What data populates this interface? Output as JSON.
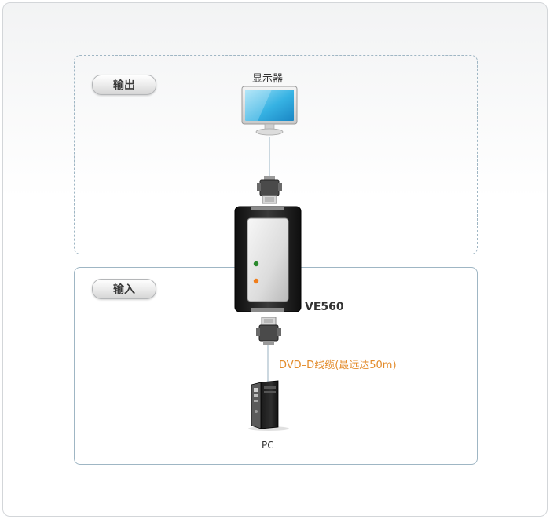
{
  "zones": {
    "output_label": "输出",
    "input_label": "输入"
  },
  "labels": {
    "monitor": "显示器",
    "device": "VE560",
    "cable": "DVD–D线缆(最远达50m)",
    "pc": "PC"
  },
  "colors": {
    "zone_border": "#9fb6c4",
    "cable_label": "#e38b2a",
    "led_green": "#2b8a2e",
    "led_orange": "#f07d1a"
  },
  "icons": [
    "monitor-icon",
    "dvi-connector-icon",
    "extender-device-icon",
    "pc-tower-icon"
  ]
}
